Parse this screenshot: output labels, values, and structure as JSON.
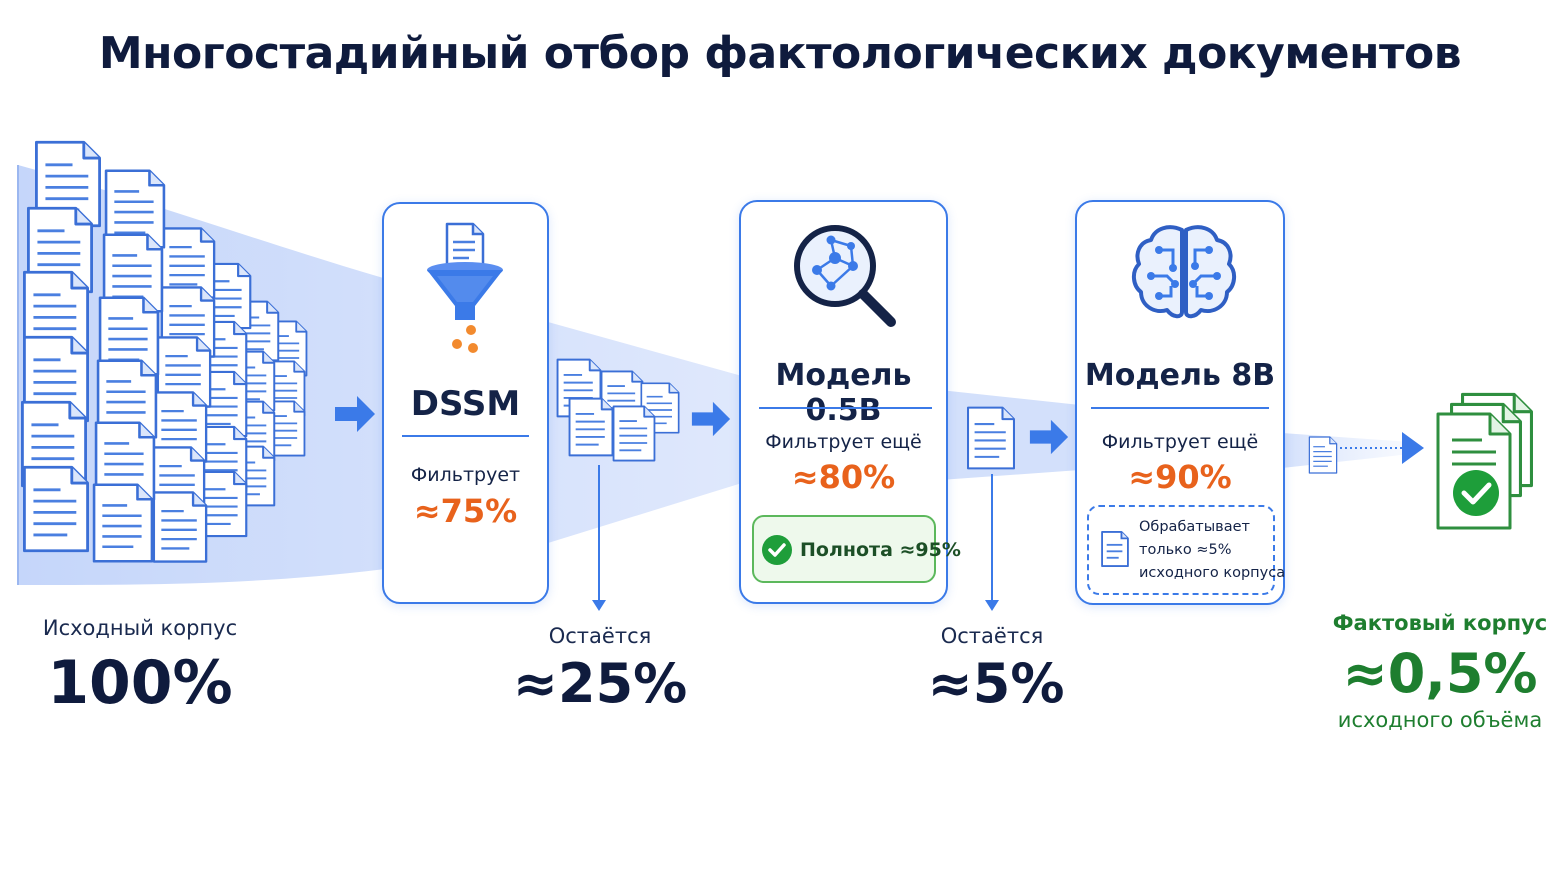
{
  "title": "Многостадийный отбор фактологических документов",
  "colors": {
    "accent_blue": "#3b7ae8",
    "funnel_blue": "#cfdcf9",
    "orange_value": "#e8621c",
    "green": "#1e9e3a",
    "dark_text": "#0f1b3d"
  },
  "source": {
    "label": "Исходный корпус",
    "value": "100%"
  },
  "stages": [
    {
      "name": "DSSM",
      "icon": "funnel-icon",
      "filter_label": "Фильтрует",
      "filter_value": "≈75%"
    },
    {
      "name": "Модель 0.5B",
      "icon": "magnifier-network-icon",
      "filter_label": "Фильтрует ещё",
      "filter_value": "≈80%",
      "recall": "Полнота ≈95%"
    },
    {
      "name": "Модель 8B",
      "icon": "brain-circuit-icon",
      "filter_label": "Фильтрует ещё",
      "filter_value": "≈90%",
      "note_lines": [
        "Обрабатывает",
        "только ≈5%",
        "исходного корпуса"
      ]
    }
  ],
  "remaining": [
    {
      "label": "Остаётся",
      "value": "≈25%"
    },
    {
      "label": "Остаётся",
      "value": "≈5%"
    }
  ],
  "result": {
    "label": "Фактовый корпус",
    "value": "≈0,5%",
    "sublabel": "исходного объёма"
  }
}
